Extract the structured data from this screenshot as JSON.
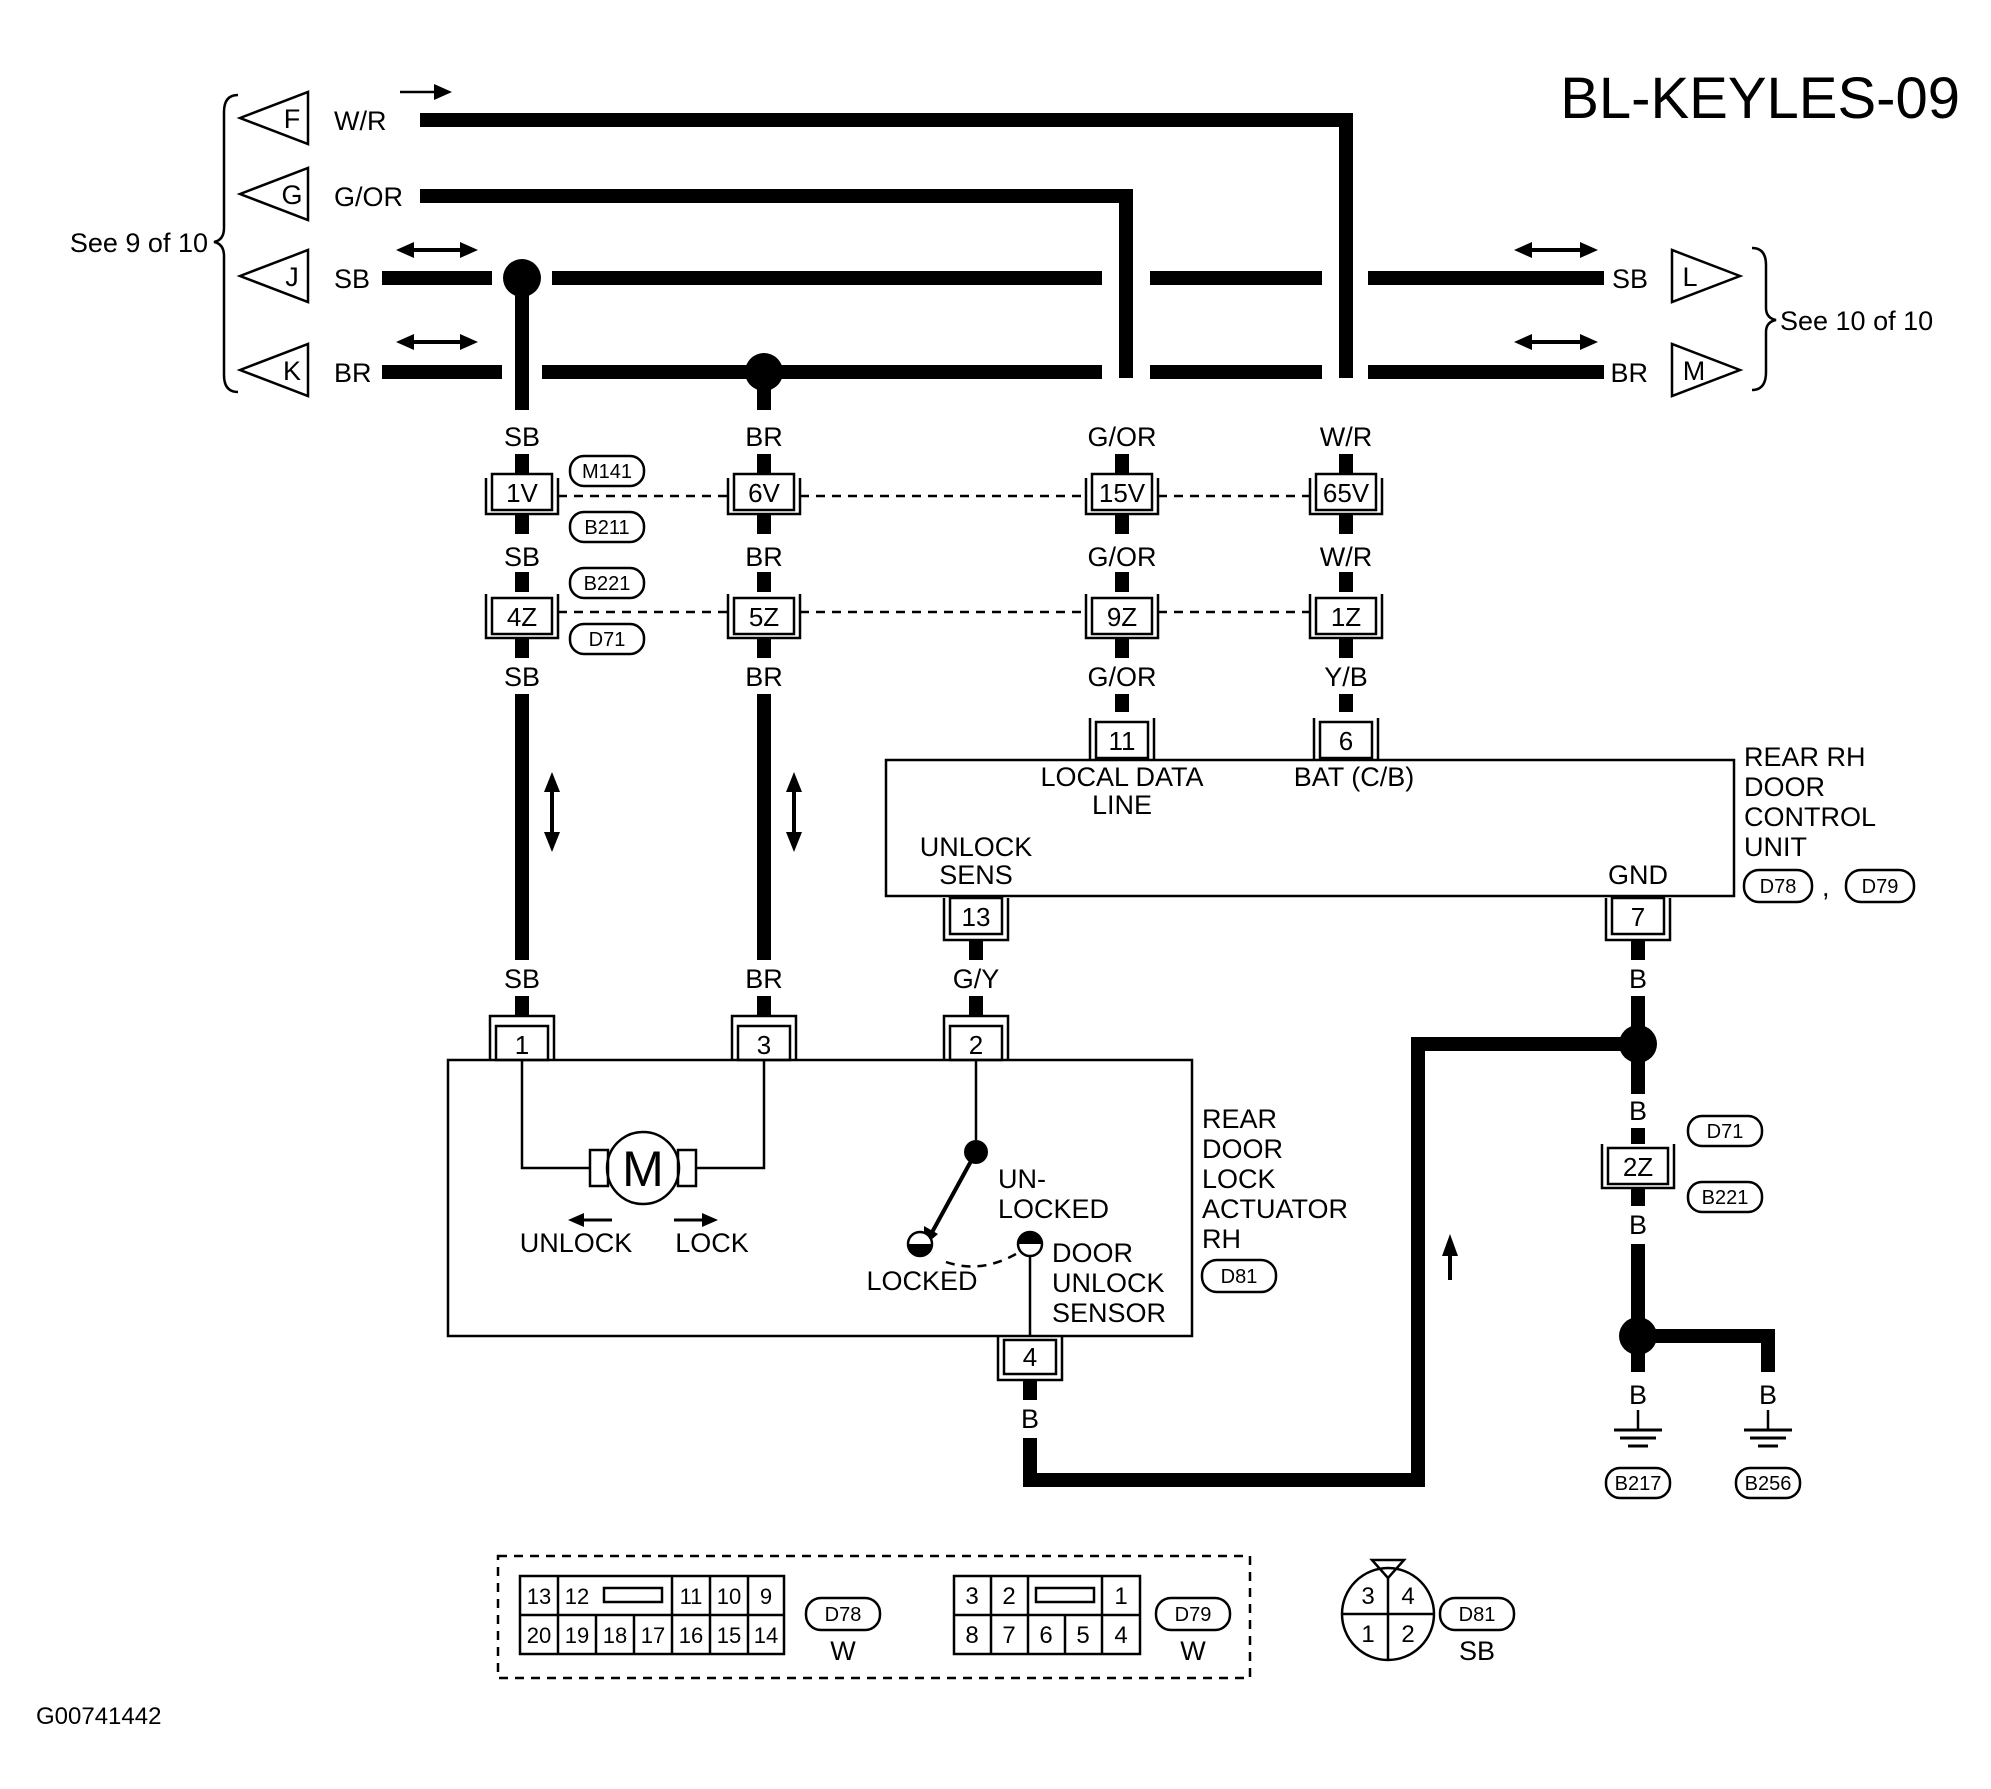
{
  "title": "BL-KEYLES-09",
  "figure_id": "G00741442",
  "see_left": "See 9 of 10",
  "see_right": "See 10 of 10",
  "left_terminals": [
    {
      "letter": "F",
      "color": "W/R"
    },
    {
      "letter": "G",
      "color": "G/OR"
    },
    {
      "letter": "J",
      "color": "SB"
    },
    {
      "letter": "K",
      "color": "BR"
    }
  ],
  "right_terminals": [
    {
      "letter": "L",
      "color": "SB"
    },
    {
      "letter": "M",
      "color": "BR"
    }
  ],
  "connector_row1": {
    "tag_top": "M141",
    "tag_bottom": "B211",
    "pins": [
      "1V",
      "6V",
      "15V",
      "65V"
    ],
    "colors_above": [
      "SB",
      "BR",
      "G/OR",
      "W/R"
    ],
    "colors_below": [
      "SB",
      "BR",
      "G/OR",
      "W/R"
    ]
  },
  "connector_row2": {
    "tag_top": "B221",
    "tag_bottom": "D71",
    "pins": [
      "4Z",
      "5Z",
      "9Z",
      "1Z"
    ],
    "colors_below": [
      "SB",
      "BR",
      "G/OR",
      "Y/B"
    ]
  },
  "control_unit": {
    "name_lines": [
      "REAR RH",
      "DOOR",
      "CONTROL",
      "UNIT"
    ],
    "connectors": [
      "D78",
      "D79"
    ],
    "pin_11": "11",
    "pin_6": "6",
    "pin_13": "13",
    "pin_7": "7",
    "local_data_line": [
      "LOCAL DATA",
      "LINE"
    ],
    "bat": "BAT (C/B)",
    "unlock_sens": [
      "UNLOCK",
      "SENS"
    ],
    "gnd": "GND"
  },
  "actuator": {
    "name_lines": [
      "REAR",
      "DOOR",
      "LOCK",
      "ACTUATOR",
      "RH"
    ],
    "connector": "D81",
    "pins": [
      "1",
      "3",
      "2",
      "4"
    ],
    "wire_colors": [
      "SB",
      "BR",
      "G/Y"
    ],
    "motor": "M",
    "unlock": "UNLOCK",
    "lock": "LOCK",
    "unlocked": [
      "UN-",
      "LOCKED"
    ],
    "locked": "LOCKED",
    "sensor_lines": [
      "DOOR",
      "UNLOCK",
      "SENSOR"
    ],
    "pin4_color": "B"
  },
  "ground": {
    "color": "B",
    "joint_connector": {
      "pin": "2Z",
      "tag_top": "D71",
      "tag_bottom": "B221"
    },
    "grounds": [
      "B217",
      "B256"
    ]
  },
  "connector_faces": [
    {
      "id": "D78",
      "color": "W",
      "top": [
        "13",
        "12",
        "11",
        "10",
        "9"
      ],
      "bottom": [
        "20",
        "19",
        "18",
        "17",
        "16",
        "15",
        "14"
      ]
    },
    {
      "id": "D79",
      "color": "W",
      "top": [
        "3",
        "2",
        "1"
      ],
      "bottom": [
        "8",
        "7",
        "6",
        "5",
        "4"
      ]
    },
    {
      "id": "D81",
      "color": "SB",
      "top": [
        "3",
        "4"
      ],
      "bottom": [
        "1",
        "2"
      ]
    }
  ]
}
